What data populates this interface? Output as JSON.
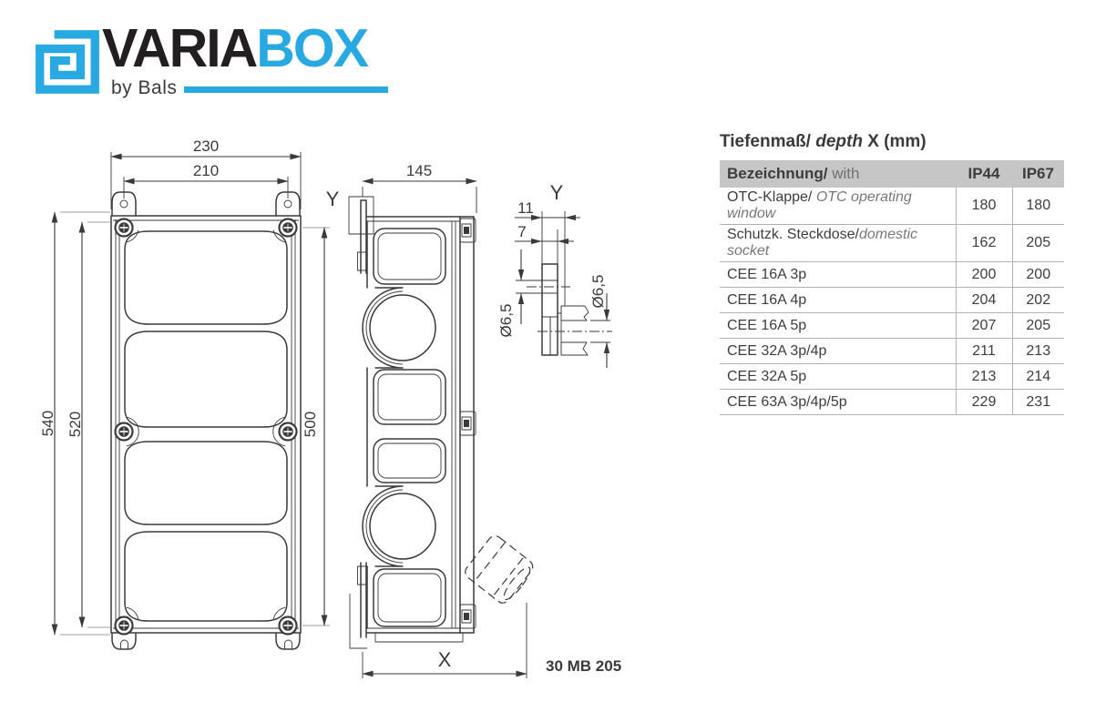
{
  "logo": {
    "brand_a": "VARIA",
    "brand_b": "BOX",
    "byline": "by Bals",
    "accent_color": "#29A9E1",
    "dark_color": "#231F20"
  },
  "drawing": {
    "front_view": {
      "dim_width_outer": "230",
      "dim_width_inner": "210",
      "dim_height_outer": "540",
      "dim_height_inner": "520",
      "dim_height_right": "500"
    },
    "side_view": {
      "section_label": "Y",
      "dim_width": "145",
      "dim_depth_label": "X",
      "product_code": "30 MB 205"
    },
    "detail_view": {
      "section_label": "Y",
      "dim_offset_outer": "11",
      "dim_offset_inner": "7",
      "dim_hole_left": "Ø6,5",
      "dim_hole_right": "Ø6,5"
    }
  },
  "table": {
    "title": {
      "de": "Tiefenmaß/ ",
      "en_italic": "depth",
      "unit": " X (mm)"
    },
    "header": {
      "name": "Bezeichnung/ ",
      "name_sub": "with",
      "ip44": "IP44",
      "ip67": "IP67"
    },
    "rows": [
      {
        "label": "OTC-Klappe/",
        "label_en": " OTC operating window",
        "ip44": "180",
        "ip67": "180"
      },
      {
        "label": "Schutzk. Steckdose/",
        "label_en": "domestic socket",
        "ip44": "162",
        "ip67": "205"
      },
      {
        "label": "CEE 16A 3p",
        "label_en": "",
        "ip44": "200",
        "ip67": "200"
      },
      {
        "label": "CEE 16A 4p",
        "label_en": "",
        "ip44": "204",
        "ip67": "202"
      },
      {
        "label": "CEE 16A 5p",
        "label_en": "",
        "ip44": "207",
        "ip67": "205"
      },
      {
        "label": "CEE 32A 3p/4p",
        "label_en": "",
        "ip44": "211",
        "ip67": "213"
      },
      {
        "label": "CEE 32A 5p",
        "label_en": "",
        "ip44": "213",
        "ip67": "214"
      },
      {
        "label": "CEE 63A 3p/4p/5p",
        "label_en": "",
        "ip44": "229",
        "ip67": "231"
      }
    ]
  }
}
